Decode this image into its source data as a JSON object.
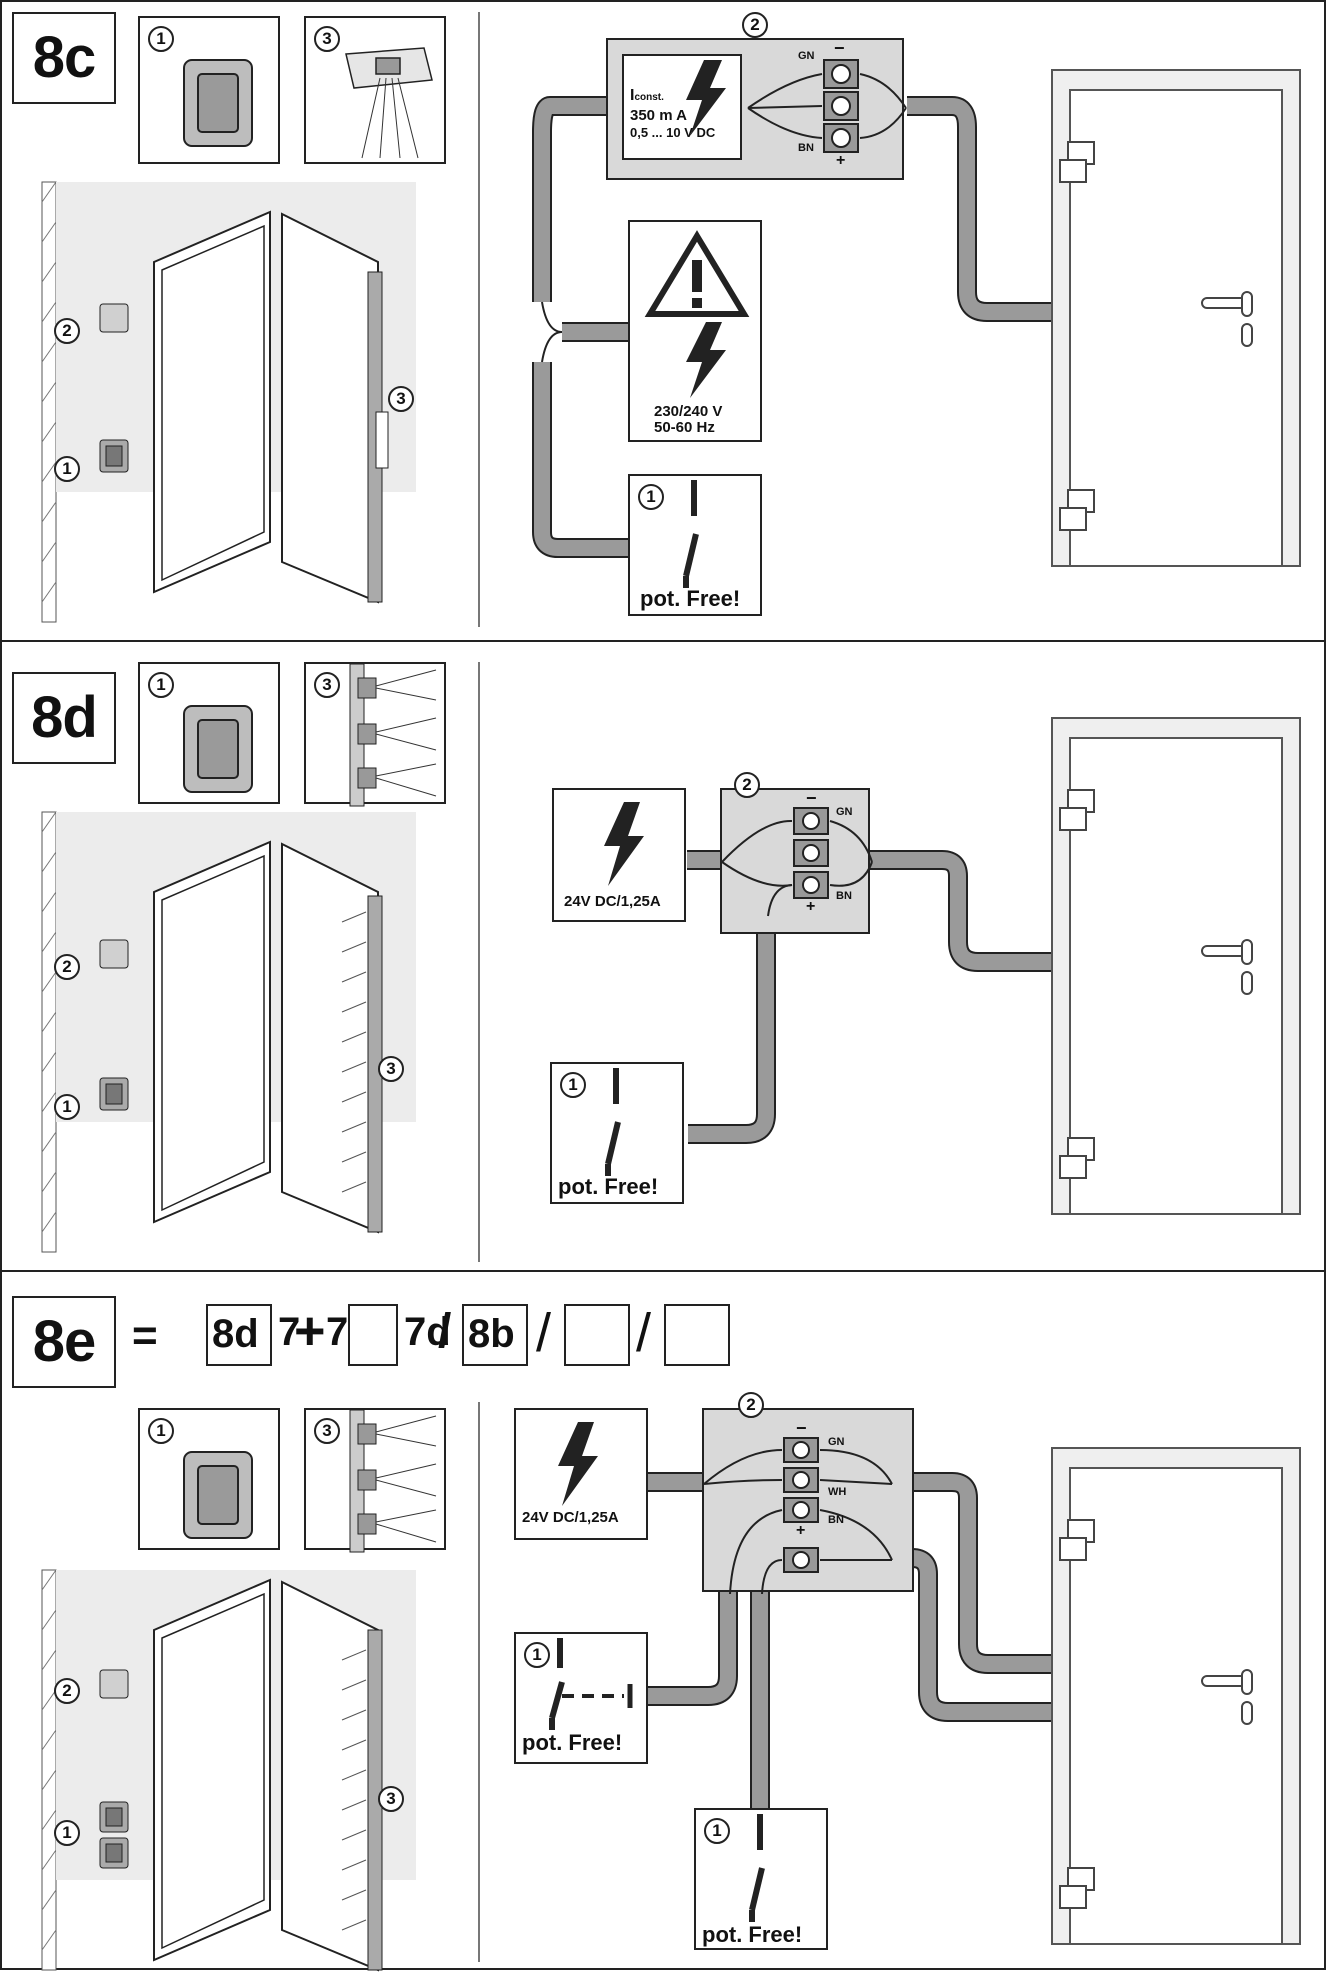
{
  "panels": [
    {
      "tag": "8c",
      "markers": {
        "switch": "1",
        "receiver": "2",
        "sensor": "3"
      },
      "driver": {
        "marker": "2",
        "i_const": "I",
        "i_sub": "const.",
        "current": "350 m A",
        "range": "0,5 ... 10 V DC",
        "gn": "GN",
        "bn": "BN",
        "minus": "−",
        "plus": "+"
      },
      "mains": {
        "line1": "230/240 V",
        "line2": "50-60 Hz"
      },
      "switch_label": "pot. Free!",
      "switch_marker": "1"
    },
    {
      "tag": "8d",
      "markers": {
        "switch": "1",
        "receiver": "2",
        "sensor": "3"
      },
      "psu": "24V DC/1,25A",
      "driver": {
        "marker": "2",
        "gn": "GN",
        "bn": "BN",
        "minus": "−",
        "plus": "+"
      },
      "switch_label": "pot. Free!",
      "switch_marker": "1"
    },
    {
      "tag": "8e",
      "formula": {
        "equals": "=",
        "a": "8d",
        "b": "7",
        "plus": "+",
        "c": "7c",
        "d": "7d",
        "e": "8b",
        "slash": "/"
      },
      "markers": {
        "switch": "1",
        "receiver": "2",
        "sensor": "3"
      },
      "psu": "24V DC/1,25A",
      "driver": {
        "marker": "2",
        "gn": "GN",
        "wh": "WH",
        "bn": "BN",
        "minus": "−",
        "plus": "+"
      },
      "switch_label": "pot. Free!",
      "switch_marker": "1"
    }
  ],
  "colors": {
    "cable": "#9a9a9a",
    "box_fill": "#d9d9d9",
    "door_fill": "#efefef",
    "line": "#222222"
  }
}
